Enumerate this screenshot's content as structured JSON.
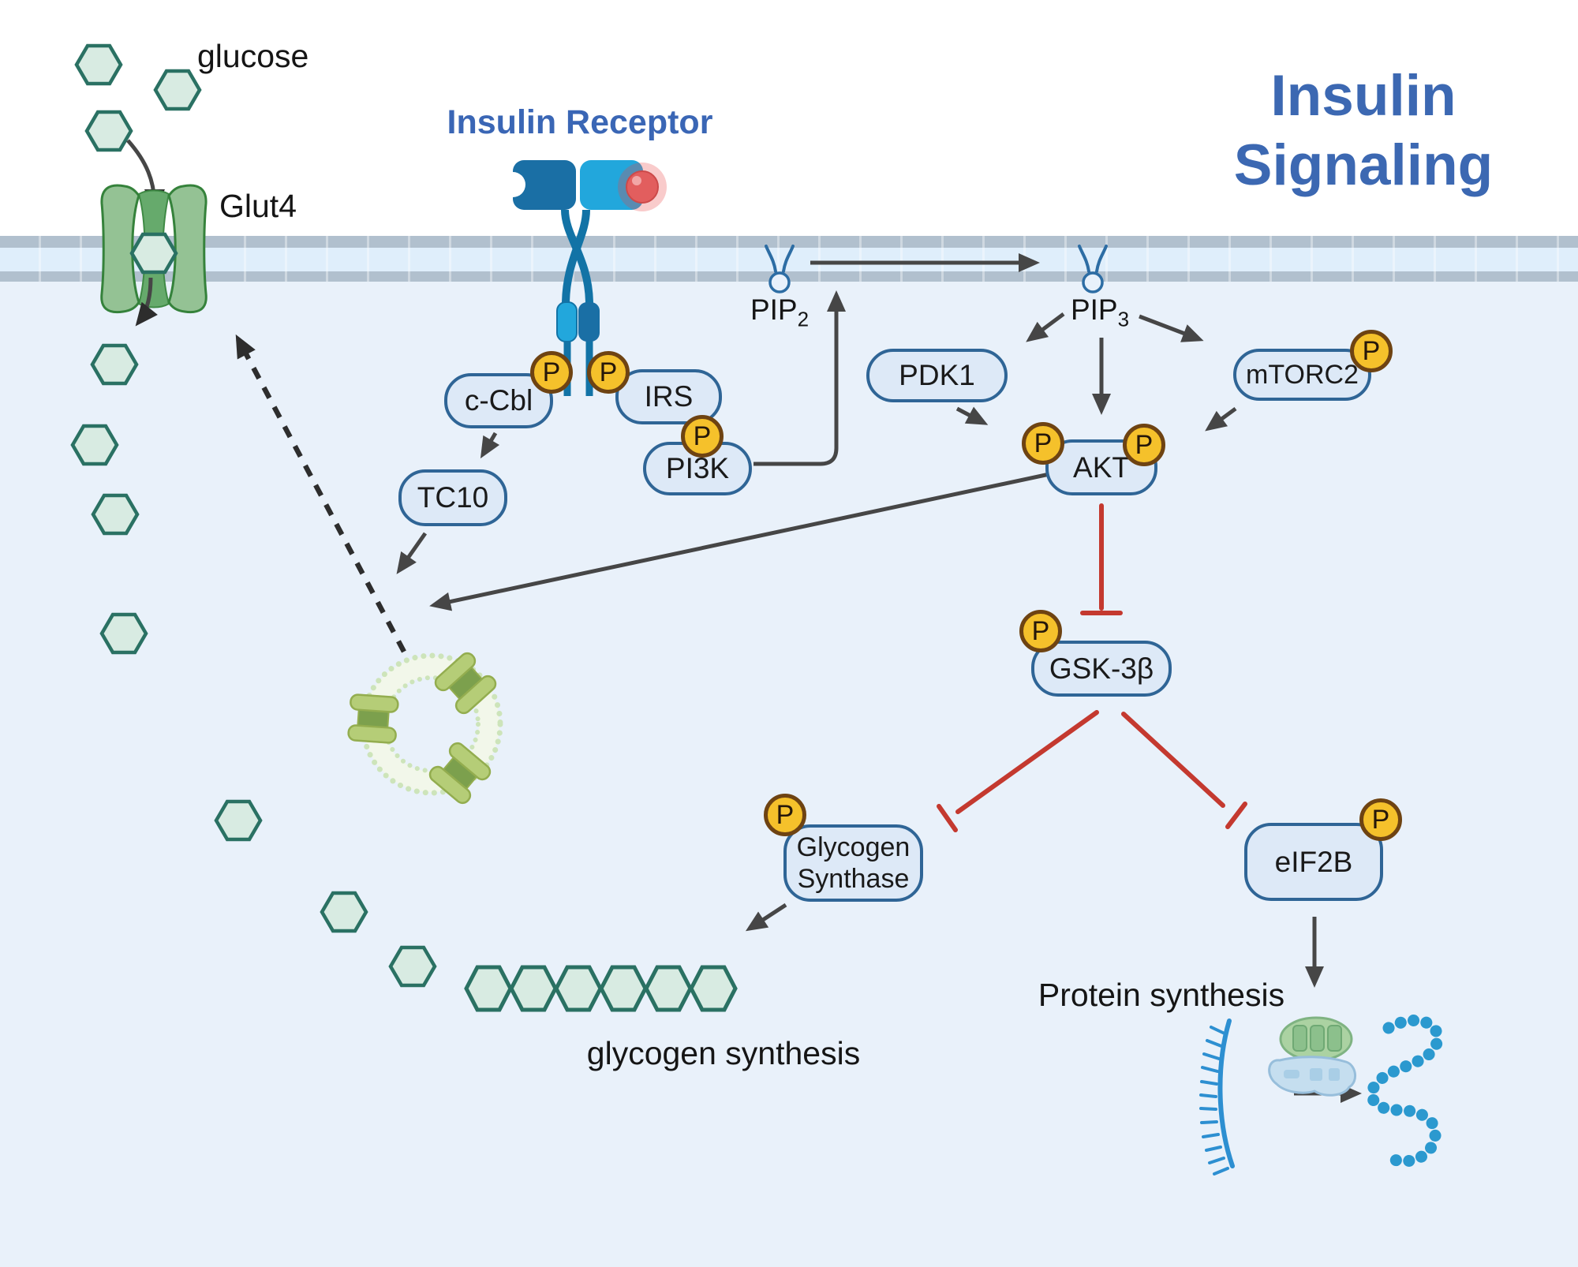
{
  "title": {
    "line1": "Insulin",
    "line2": "Signaling"
  },
  "labels": {
    "glucose": "glucose",
    "glut4": "Glut4",
    "insulin_receptor": "Insulin Receptor",
    "pip2": {
      "base": "PIP",
      "sub": "2"
    },
    "pip3": {
      "base": "PIP",
      "sub": "3"
    },
    "glycogen_synthesis": "glycogen synthesis",
    "protein_synthesis": "Protein synthesis"
  },
  "phosphate": {
    "label": "P"
  },
  "nodes": {
    "c_cbl": {
      "label": "c-Cbl"
    },
    "irs": {
      "label": "IRS"
    },
    "pi3k": {
      "label": "PI3K"
    },
    "tc10": {
      "label": "TC10"
    },
    "pdk1": {
      "label": "PDK1"
    },
    "akt": {
      "label": "AKT"
    },
    "mtorc2": {
      "label": "mTORC2"
    },
    "gsk3b": {
      "label": "GSK-3β"
    },
    "glycogen_synthase": {
      "label": "Glycogen Synthase"
    },
    "eif2b": {
      "label": "eIF2B"
    }
  },
  "colors": {
    "title_blue": "#3c68b2",
    "receptor_label_blue": "#3a66b5",
    "node_fill": "#dde9f7",
    "node_border": "#2f6596",
    "phosphate_fill": "#f5c12b",
    "phosphate_border": "#6e4312",
    "inhibition_red": "#c4392f",
    "arrow_gray": "#464646",
    "membrane_gray": "#b1c0ce",
    "cytoplasm": "#e9f1fa",
    "glucose_fill": "#d8ebe2",
    "glucose_border": "#2a7163",
    "insulin_red": "#e25e5e",
    "receptor_dark_blue": "#1a6fa5",
    "receptor_light_blue": "#22a7dc",
    "glut4_green": "#94c294"
  }
}
